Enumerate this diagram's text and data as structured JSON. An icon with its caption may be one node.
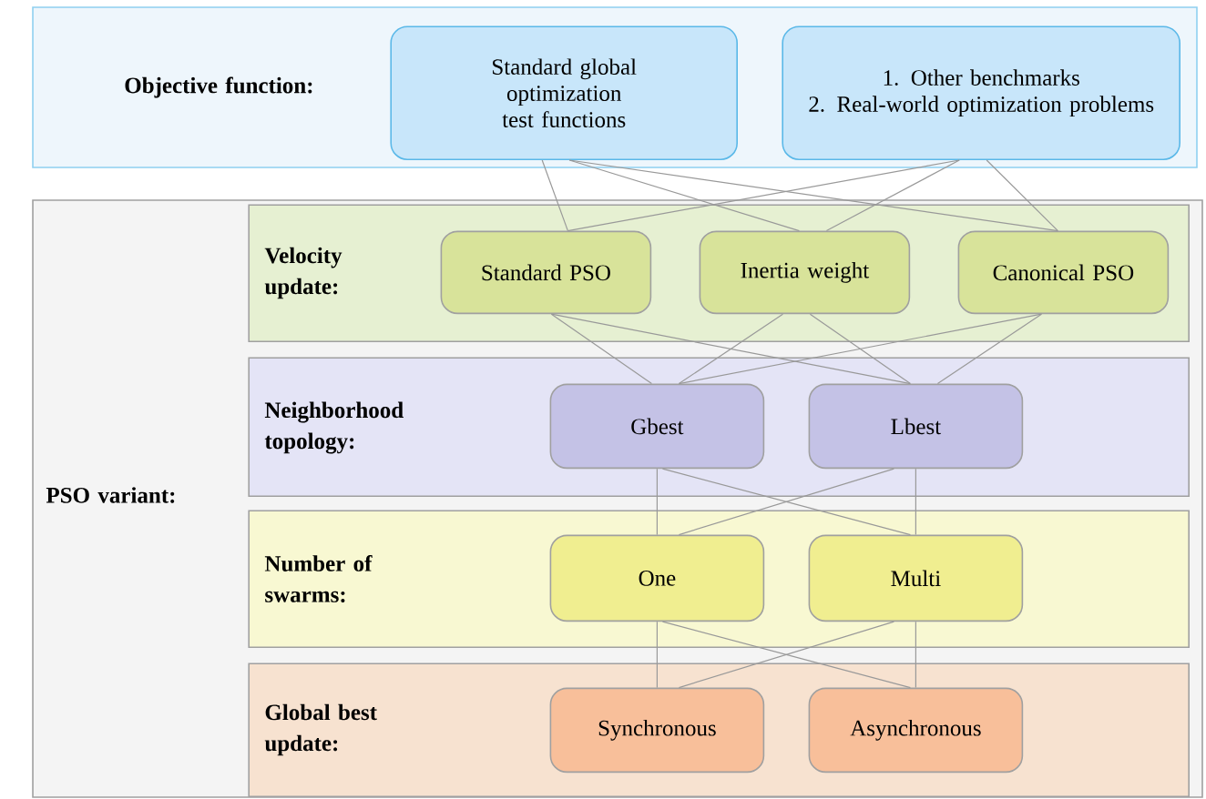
{
  "diagram": {
    "nodes": [
      {
        "text": [
          "Objective function:"
        ]
      },
      {
        "text": [
          "Standard global optimization test functions"
        ],
        "in": 0
      },
      {
        "text": [
          "1. Other benchmarks",
          "2. Real-world optimization problems"
        ],
        "in": 0
      },
      {
        "text": [
          "PSO variant:"
        ]
      },
      {
        "text": [
          "Velocity update:"
        ],
        "in": 3
      },
      {
        "text": [
          "Standard PSO"
        ],
        "in": 4
      },
      {
        "text": [
          "Inertia weight"
        ],
        "in": 4
      },
      {
        "text": [
          "Canonical PSO"
        ],
        "in": 4
      },
      {
        "text": [
          "Neighborhood topology:"
        ],
        "in": 3
      },
      {
        "text": [
          "Gbest"
        ],
        "in": 8
      },
      {
        "text": [
          "Lbest"
        ],
        "in": 8
      },
      {
        "text": [
          "Number of swarms:"
        ],
        "in": 3
      },
      {
        "text": [
          "One"
        ],
        "in": 11
      },
      {
        "text": [
          "Multi"
        ],
        "in": 11
      },
      {
        "text": [
          "Global best update:"
        ],
        "in": 3
      },
      {
        "text": [
          "Synchronous"
        ],
        "in": 14
      },
      {
        "text": [
          "Asynchronous"
        ],
        "in": 14
      }
    ],
    "edges": [
      {
        "from": 1,
        "to": 5,
        "arrow": "none"
      },
      {
        "from": 1,
        "to": 6,
        "arrow": "none"
      },
      {
        "from": 1,
        "to": 7,
        "arrow": "none"
      },
      {
        "from": 2,
        "to": 5,
        "arrow": "none"
      },
      {
        "from": 2,
        "to": 6,
        "arrow": "none"
      },
      {
        "from": 2,
        "to": 7,
        "arrow": "none"
      },
      {
        "from": 5,
        "to": 9,
        "arrow": "none"
      },
      {
        "from": 5,
        "to": 10,
        "arrow": "none"
      },
      {
        "from": 6,
        "to": 9,
        "arrow": "none"
      },
      {
        "from": 6,
        "to": 10,
        "arrow": "none"
      },
      {
        "from": 7,
        "to": 9,
        "arrow": "none"
      },
      {
        "from": 7,
        "to": 10,
        "arrow": "none"
      },
      {
        "from": 9,
        "to": 12,
        "arrow": "none"
      },
      {
        "from": 9,
        "to": 13,
        "arrow": "none"
      },
      {
        "from": 10,
        "to": 12,
        "arrow": "none"
      },
      {
        "from": 10,
        "to": 13,
        "arrow": "none"
      },
      {
        "from": 12,
        "to": 15,
        "arrow": "none"
      },
      {
        "from": 12,
        "to": 16,
        "arrow": "none"
      },
      {
        "from": 13,
        "to": 15,
        "arrow": "none"
      },
      {
        "from": 13,
        "to": 16,
        "arrow": "none"
      }
    ]
  }
}
